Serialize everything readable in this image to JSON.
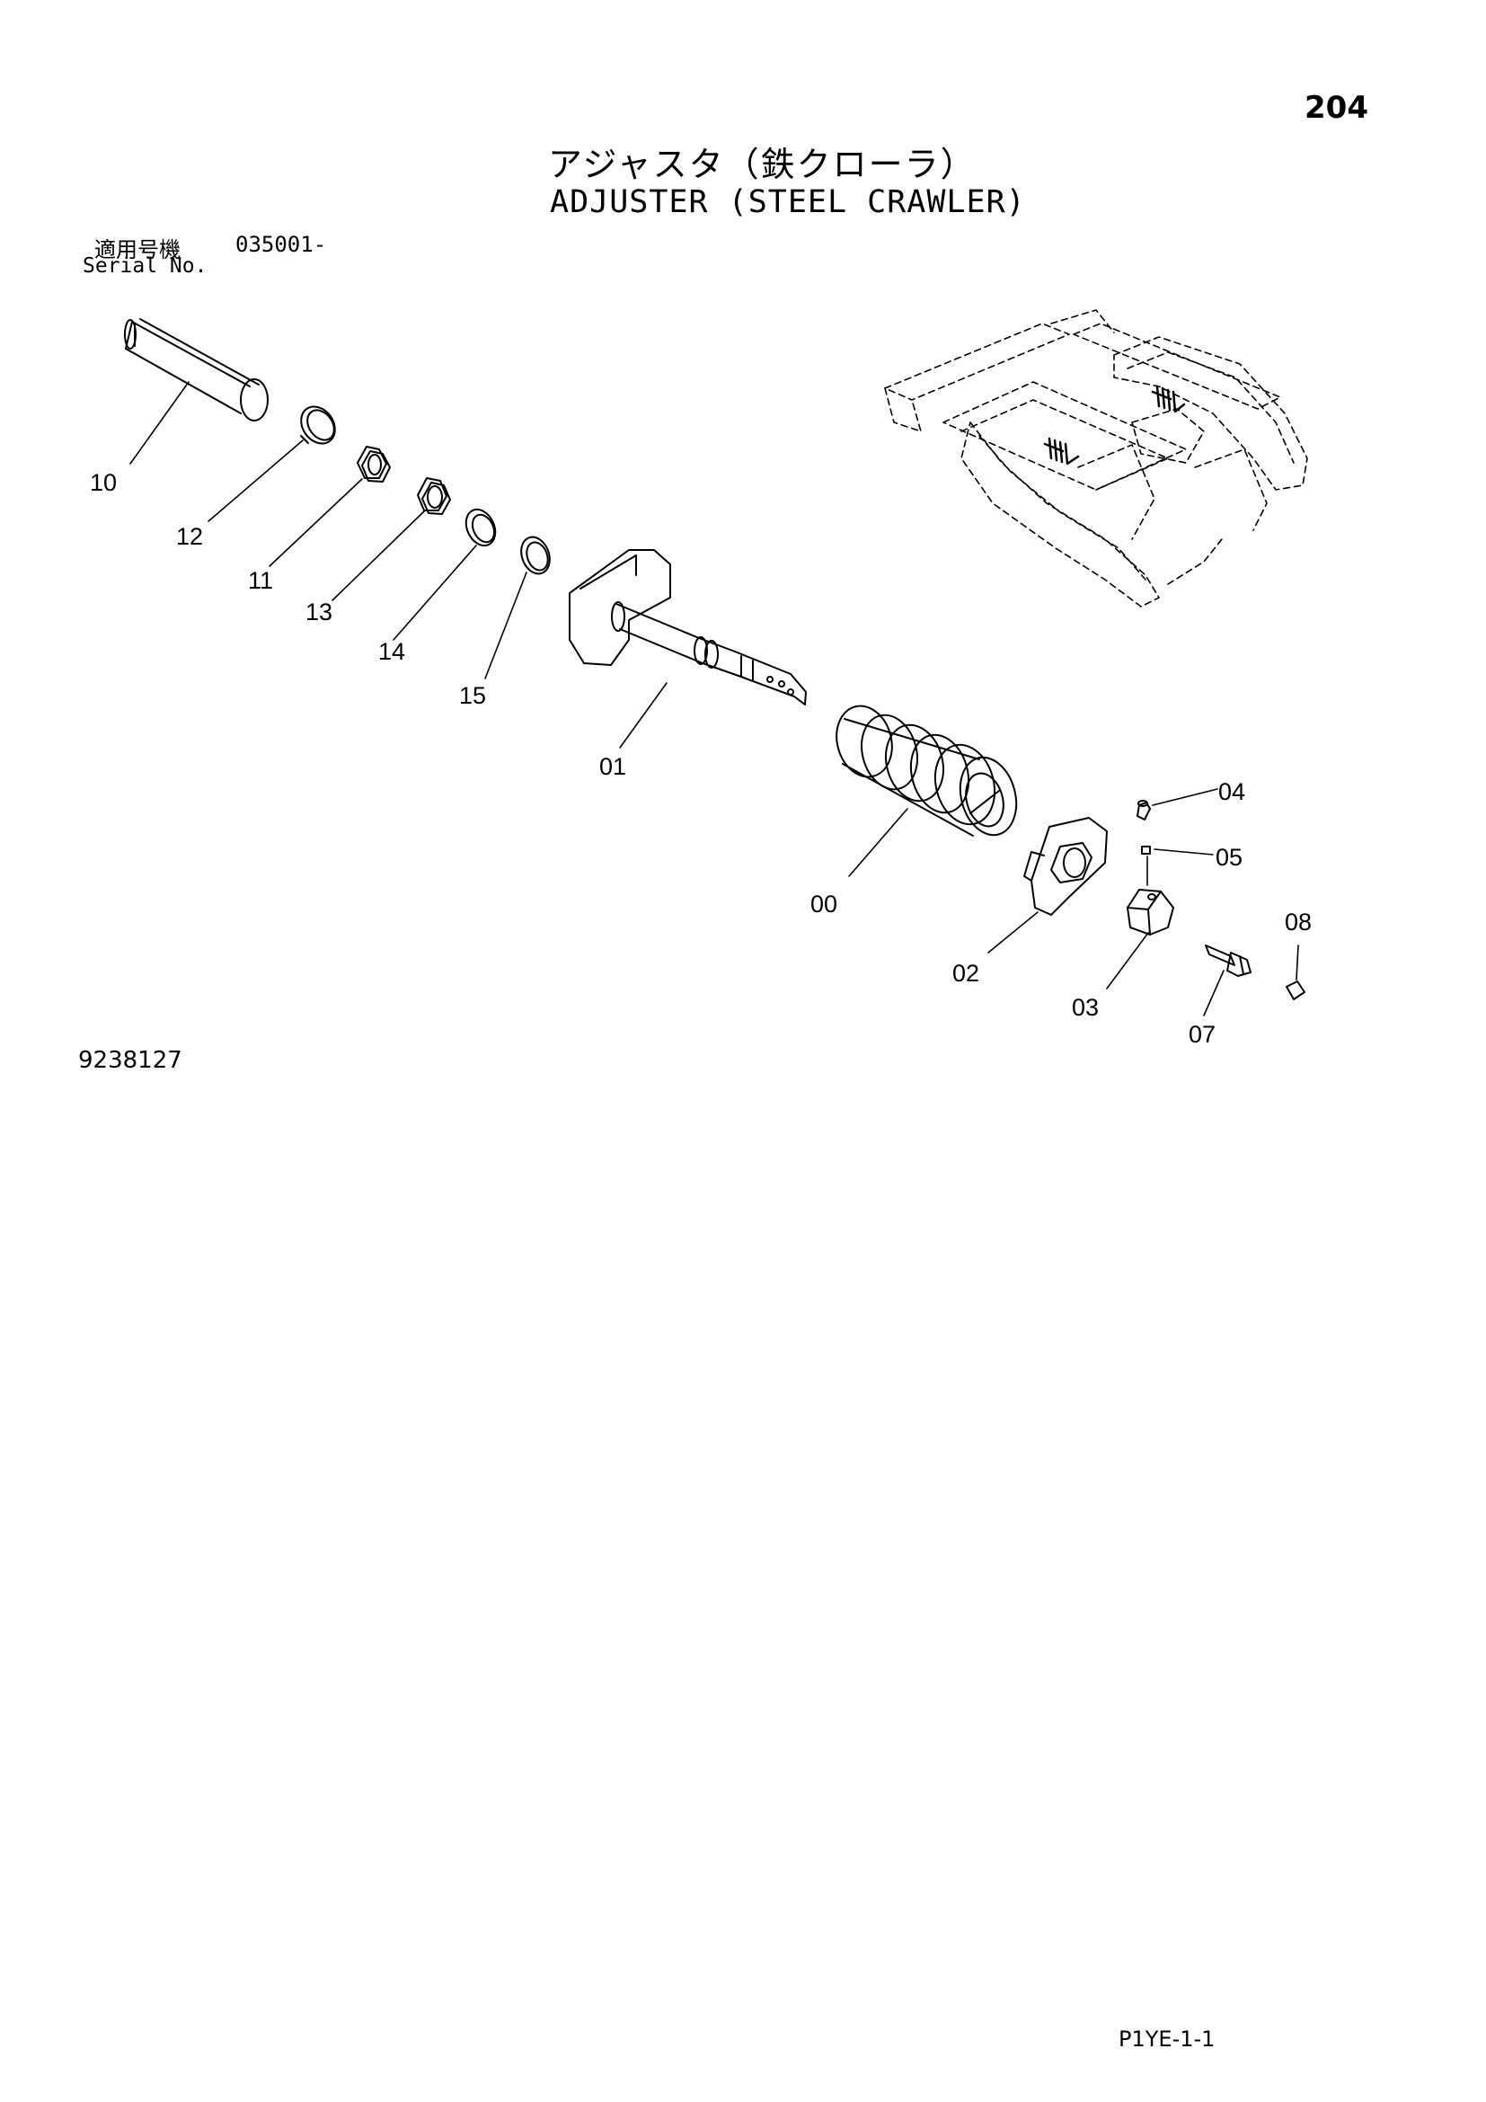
{
  "page": {
    "number": "204",
    "code": "P1YE-1-1",
    "drawing_id": "9238127"
  },
  "title": {
    "japanese": "アジャスタ（鉄クローラ）",
    "english": "ADJUSTER (STEEL CRAWLER)"
  },
  "serial": {
    "label_jp": "適用号機",
    "value": "035001-",
    "label_en": "Serial No."
  },
  "callouts": {
    "c10": "10",
    "c12": "12",
    "c11": "11",
    "c13": "13",
    "c14": "14",
    "c15": "15",
    "c01": "01",
    "c00": "00",
    "c04": "04",
    "c05": "05",
    "c02": "02",
    "c08": "08",
    "c03": "03",
    "c07": "07"
  }
}
